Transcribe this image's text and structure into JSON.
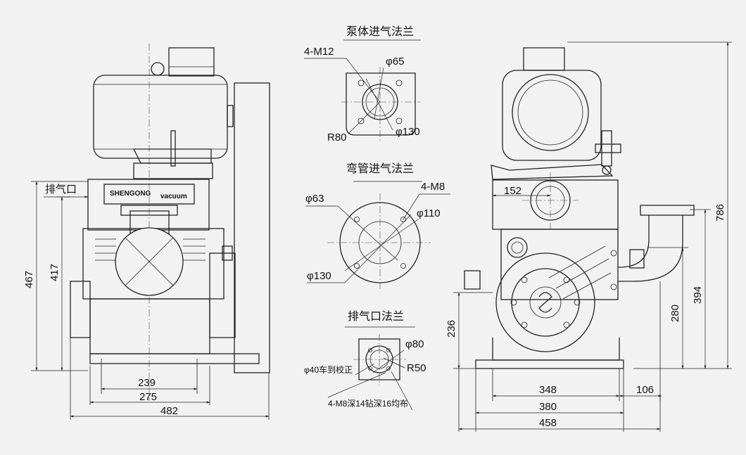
{
  "titles": {
    "pump_flange": "泵体进气法兰",
    "elbow_flange": "弯管进气法兰",
    "exhaust_flange": "排气口法兰"
  },
  "pump_flange": {
    "bolts": "4-M12",
    "d_inner": "φ65",
    "radius": "R80",
    "d_outer": "φ130"
  },
  "elbow_flange": {
    "d_bore": "φ63",
    "bolts": "4-M8",
    "d_pitch": "φ110",
    "d_outer": "φ130"
  },
  "exhaust_flange": {
    "d_outer": "φ80",
    "bore_note": "φ40车到校正",
    "radius": "R50",
    "thread_note": "4-M8深14钻深16均布"
  },
  "front_view": {
    "brand_line1": "SHENGONG",
    "brand_line2": "vacuum",
    "exhaust_label": "排气口",
    "dim_height_total": "467",
    "dim_height_exhaust": "417",
    "dim_width_inner": "239",
    "dim_width_mid": "275",
    "dim_width_total": "482"
  },
  "side_view": {
    "dim_inlet_offset": "152",
    "dim_height_total": "786",
    "dim_height_inlet": "394",
    "dim_height_outlet": "280",
    "dim_height_axis": "236",
    "dim_width_inner": "348",
    "dim_width_mid": "380",
    "dim_width_total": "458",
    "dim_width_pipe": "106"
  }
}
